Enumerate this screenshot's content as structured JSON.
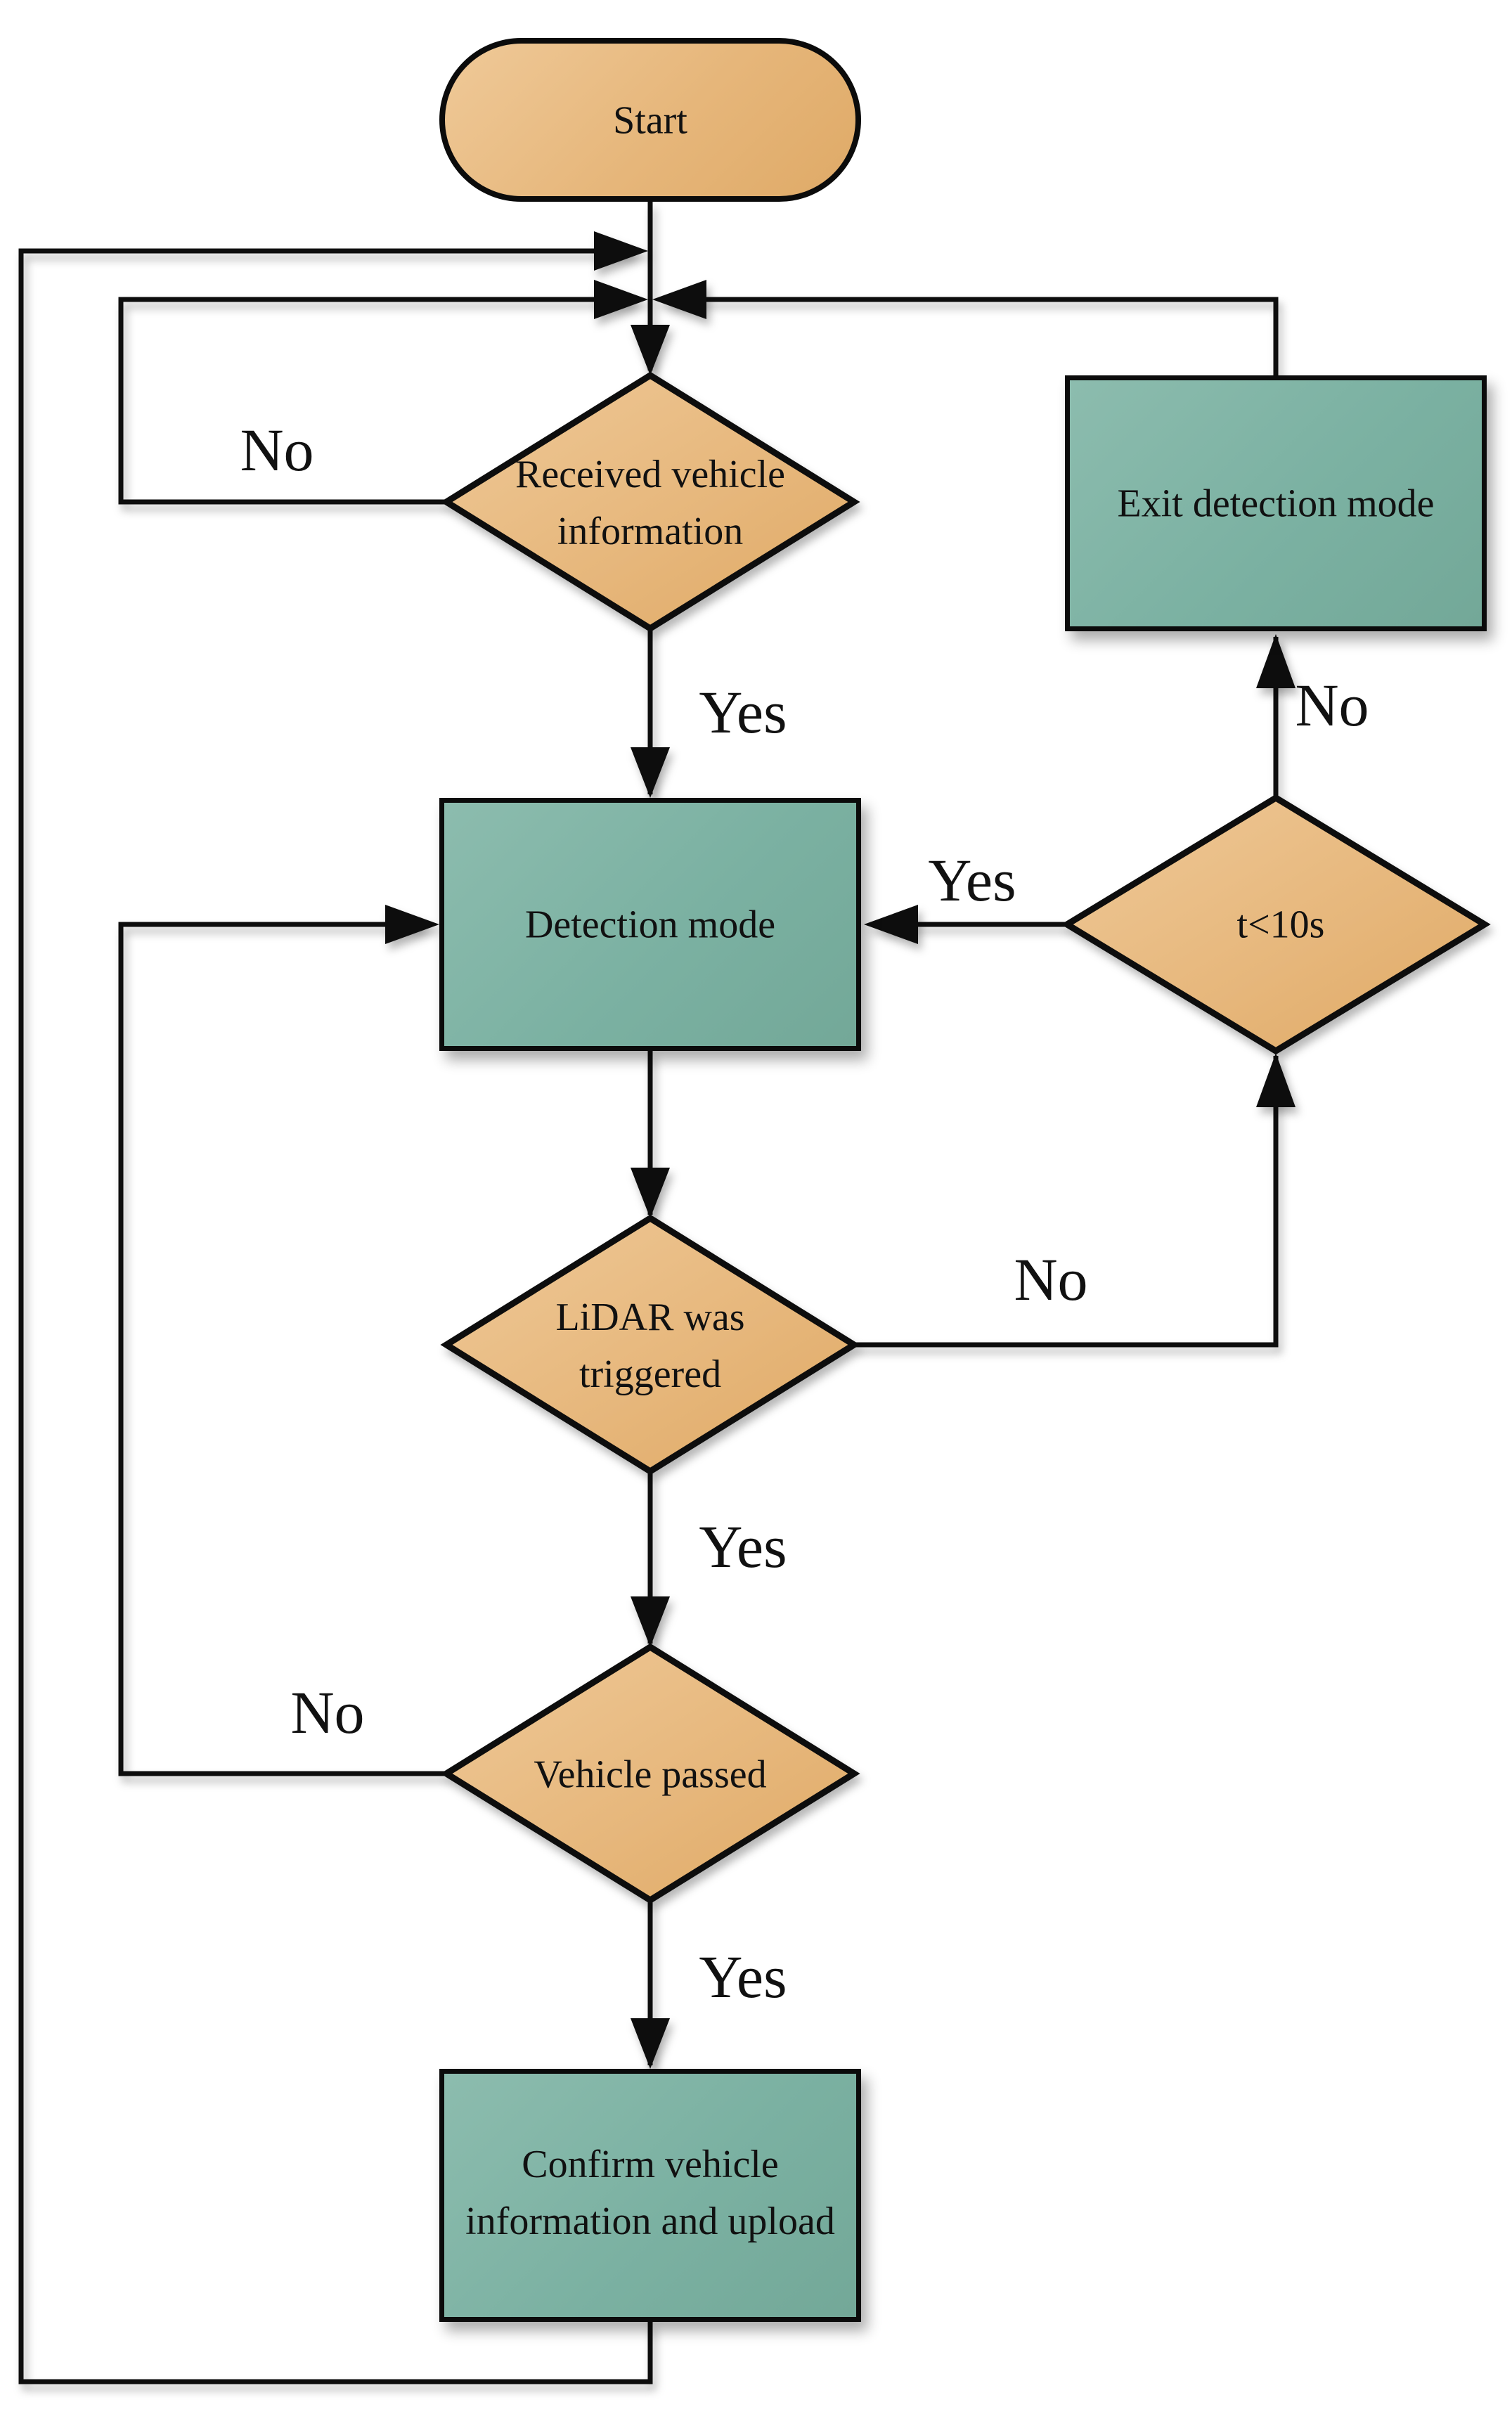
{
  "diagram": {
    "type": "flowchart",
    "background": "#ffffff",
    "palette": {
      "decision_fill": "#e7ba7e",
      "process_fill": "#7db4a5",
      "terminator_fill": "#e7ba7e",
      "stroke": "#0b0b0b",
      "text": "#111111"
    },
    "nodes": {
      "start": {
        "type": "terminator",
        "label": "Start"
      },
      "received_vehicle_information": {
        "type": "decision",
        "lines": [
          "Received vehicle",
          "information"
        ]
      },
      "exit_detection_mode": {
        "type": "process",
        "label": "Exit detection mode"
      },
      "detection_mode": {
        "type": "process",
        "label": "Detection mode"
      },
      "t_less_than_10s": {
        "type": "decision",
        "label": "t<10s"
      },
      "lidar_was_triggered": {
        "type": "decision",
        "lines": [
          "LiDAR was",
          "triggered"
        ]
      },
      "vehicle_passed": {
        "type": "decision",
        "label": "Vehicle passed"
      },
      "confirm_vehicle_information_and_upload": {
        "type": "process",
        "lines": [
          "Confirm vehicle",
          "information and upload"
        ]
      }
    },
    "edges": {
      "start_to_received": {
        "from": "start",
        "to": "received_vehicle_information",
        "label": ""
      },
      "received_no": {
        "from": "received_vehicle_information",
        "to": "received_vehicle_information",
        "label": "No"
      },
      "received_yes": {
        "from": "received_vehicle_information",
        "to": "detection_mode",
        "label": "Yes"
      },
      "detection_to_lidar": {
        "from": "detection_mode",
        "to": "lidar_was_triggered",
        "label": ""
      },
      "lidar_no": {
        "from": "lidar_was_triggered",
        "to": "t_less_than_10s",
        "label": "No"
      },
      "lidar_yes": {
        "from": "lidar_was_triggered",
        "to": "vehicle_passed",
        "label": "Yes"
      },
      "t_yes": {
        "from": "t_less_than_10s",
        "to": "detection_mode",
        "label": "Yes"
      },
      "t_no": {
        "from": "t_less_than_10s",
        "to": "exit_detection_mode",
        "label": "No"
      },
      "exit_to_received": {
        "from": "exit_detection_mode",
        "to": "received_vehicle_information",
        "label": ""
      },
      "vehicle_no": {
        "from": "vehicle_passed",
        "to": "detection_mode",
        "label": "No"
      },
      "vehicle_yes": {
        "from": "vehicle_passed",
        "to": "confirm_vehicle_information_and_upload",
        "label": "Yes"
      },
      "confirm_to_received": {
        "from": "confirm_vehicle_information_and_upload",
        "to": "received_vehicle_information",
        "label": ""
      }
    }
  }
}
